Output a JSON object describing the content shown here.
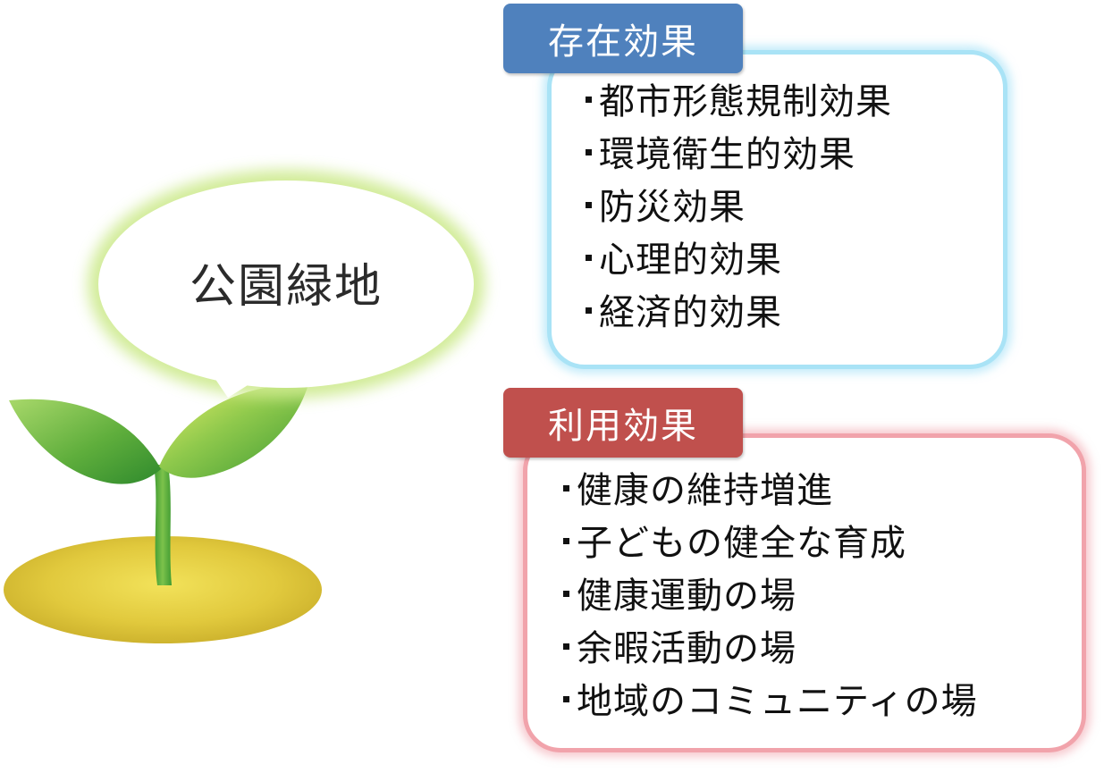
{
  "title": "公園緑地",
  "existence": {
    "label": "存在効果",
    "items": [
      "都市形態規制効果",
      "環境衛生的効果",
      "防災効果",
      "心理的効果",
      "経済的効果"
    ]
  },
  "usage": {
    "label": "利用効果",
    "items": [
      "健康の維持増進",
      "子どもの健全な育成",
      "健康運動の場",
      "余暇活動の場",
      "地域のコミュニティの場"
    ]
  },
  "colors": {
    "existence_tab": "#4f81bd",
    "existence_border": "#a9e3f6",
    "usage_tab": "#c0504d",
    "usage_border": "#f1a3ab",
    "bubble_glow": "#cdea8e",
    "leaf": "#5fae3c",
    "ground": "#d9c23a"
  },
  "icons": {
    "illustration": "seedling-icon",
    "bubble": "speech-bubble"
  }
}
